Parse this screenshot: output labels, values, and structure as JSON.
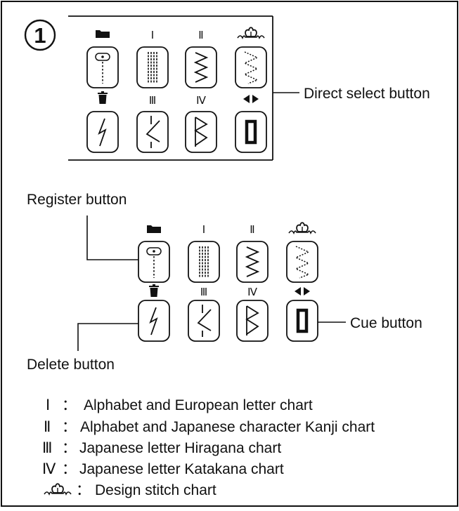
{
  "step_number": "1",
  "callouts": {
    "direct_select": "Direct select button",
    "register": "Register button",
    "delete": "Delete button",
    "cue": "Cue button"
  },
  "button_top_labels": [
    "Ⅰ",
    "Ⅱ",
    "Ⅲ",
    "Ⅳ"
  ],
  "top_icons": [
    "folder-icon",
    "design-stitch-icon",
    "trash-icon",
    "left-right-arrows-icon"
  ],
  "legend": [
    {
      "symbol": "Ⅰ",
      "separator": "：",
      "text": "Alphabet and European letter chart"
    },
    {
      "symbol": "Ⅱ",
      "separator": "：",
      "text": "Alphabet and Japanese character Kanji chart"
    },
    {
      "symbol": "Ⅲ",
      "separator": "：",
      "text": "Japanese letter Hiragana chart"
    },
    {
      "symbol": "Ⅳ",
      "separator": "：",
      "text": "Japanese letter Katakana chart"
    },
    {
      "symbol": "design-stitch-icon",
      "separator": "：",
      "text": "Design stitch chart"
    }
  ]
}
